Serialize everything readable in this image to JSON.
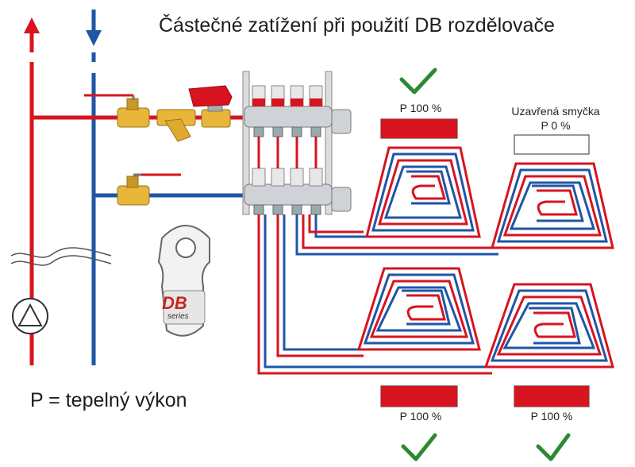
{
  "title": "Částečné zatížení při použití DB rozdělovače",
  "legend": "P = tepelný výkon",
  "loops": {
    "top_left": {
      "power_label": "P 100 %",
      "power_fraction": 1.0,
      "status": "check-icon"
    },
    "top_right": {
      "caption": "Uzavřená smyčka",
      "power_label": "P 0 %",
      "power_fraction": 0.0,
      "status": "none"
    },
    "bottom_left": {
      "power_label": "P 100 %",
      "power_fraction": 1.0,
      "status": "check-icon"
    },
    "bottom_right": {
      "power_label": "P 100 %",
      "power_fraction": 1.0,
      "status": "check-icon"
    }
  },
  "db_tag": {
    "logo": "DB",
    "sub": "series"
  },
  "colors": {
    "supply": "#d7141f",
    "return": "#1f56a6",
    "check": "#2c8a32",
    "brass": "#e7b63a"
  }
}
